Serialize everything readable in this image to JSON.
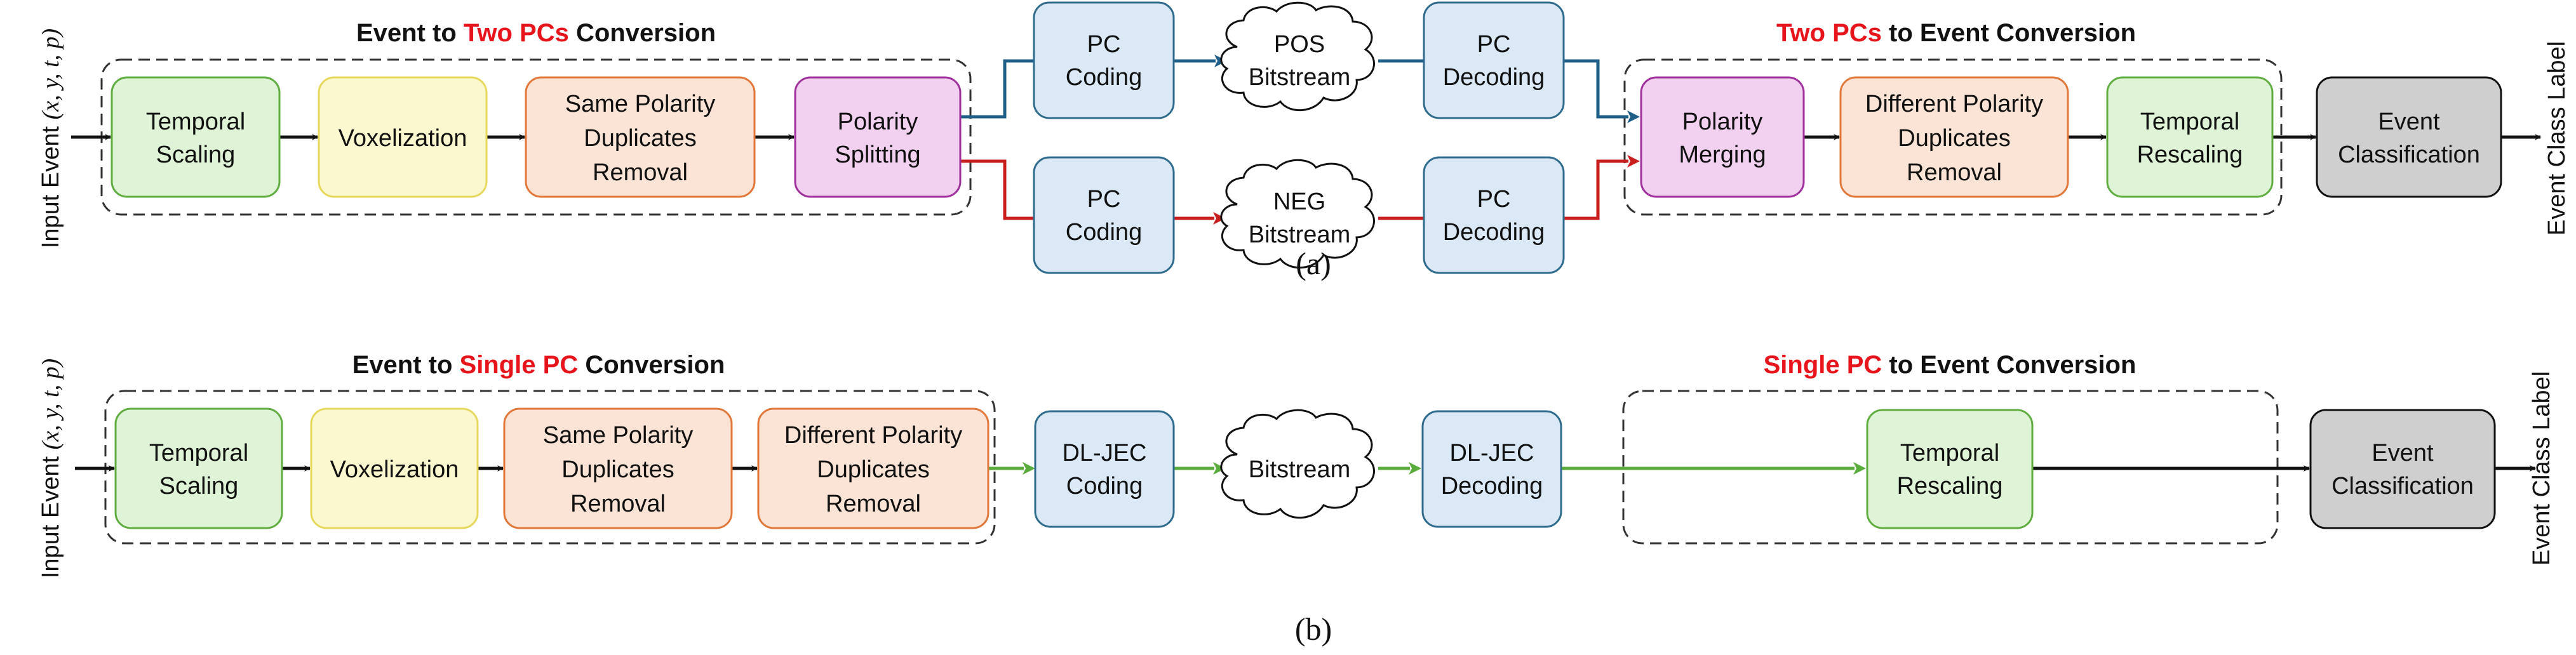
{
  "panel_a": {
    "input_label": "Input Event",
    "input_math": "(x, y, t, p)",
    "output_label": "Event Class Label",
    "caption": "(a)",
    "left_heading": {
      "pre": "Event to ",
      "highlight": "Two PCs",
      "post": " Conversion"
    },
    "right_heading": {
      "pre": "",
      "highlight": "Two PCs",
      "post": " to Event Conversion"
    },
    "blocks": {
      "temporal_scaling": [
        "Temporal",
        "Scaling"
      ],
      "voxelization": [
        "Voxelization"
      ],
      "same_polarity_removal": [
        "Same Polarity",
        "Duplicates",
        "Removal"
      ],
      "polarity_splitting": [
        "Polarity",
        "Splitting"
      ],
      "pos_pc_coding": [
        "PC",
        "Coding"
      ],
      "neg_pc_coding": [
        "PC",
        "Coding"
      ],
      "pos_bitstream": [
        "POS",
        "Bitstream"
      ],
      "neg_bitstream": [
        "NEG",
        "Bitstream"
      ],
      "pos_pc_decoding": [
        "PC",
        "Decoding"
      ],
      "neg_pc_decoding": [
        "PC",
        "Decoding"
      ],
      "polarity_merging": [
        "Polarity",
        "Merging"
      ],
      "different_polarity_removal": [
        "Different Polarity",
        "Duplicates",
        "Removal"
      ],
      "temporal_rescaling": [
        "Temporal",
        "Rescaling"
      ],
      "event_classification": [
        "Event",
        "Classification"
      ]
    }
  },
  "panel_b": {
    "input_label": "Input Event",
    "input_math": "(x, y, t, p)",
    "output_label": "Event Class Label",
    "caption": "(b)",
    "left_heading": {
      "pre": "Event to ",
      "highlight": "Single PC",
      "post": " Conversion"
    },
    "right_heading": {
      "pre": "",
      "highlight": "Single PC",
      "post": " to Event Conversion"
    },
    "blocks": {
      "temporal_scaling": [
        "Temporal",
        "Scaling"
      ],
      "voxelization": [
        "Voxelization"
      ],
      "same_polarity_removal": [
        "Same Polarity",
        "Duplicates",
        "Removal"
      ],
      "different_polarity_removal": [
        "Different Polarity",
        "Duplicates",
        "Removal"
      ],
      "dljec_coding": [
        "DL-JEC",
        "Coding"
      ],
      "bitstream": [
        "Bitstream"
      ],
      "dljec_decoding": [
        "DL-JEC",
        "Decoding"
      ],
      "temporal_rescaling": [
        "Temporal",
        "Rescaling"
      ],
      "event_classification": [
        "Event",
        "Classification"
      ]
    }
  },
  "colors": {
    "green_fill": "#dff3d6",
    "green_stroke": "#5fae3f",
    "yellow_fill": "#fbf7cf",
    "yellow_stroke": "#e6d85c",
    "orange_fill": "#fbe3d6",
    "orange_stroke": "#e2773a",
    "pink_fill": "#f1d1ef",
    "pink_stroke": "#a0309b",
    "blue_fill": "#dbe9f6",
    "blue_stroke": "#2f6b8c",
    "gray_fill": "#cfcfcf",
    "gray_stroke": "#111111",
    "pos_arrow": "#1f5f87",
    "neg_arrow": "#c81e1e",
    "single_arrow": "#5aac3c",
    "highlight": "#e8141b"
  }
}
